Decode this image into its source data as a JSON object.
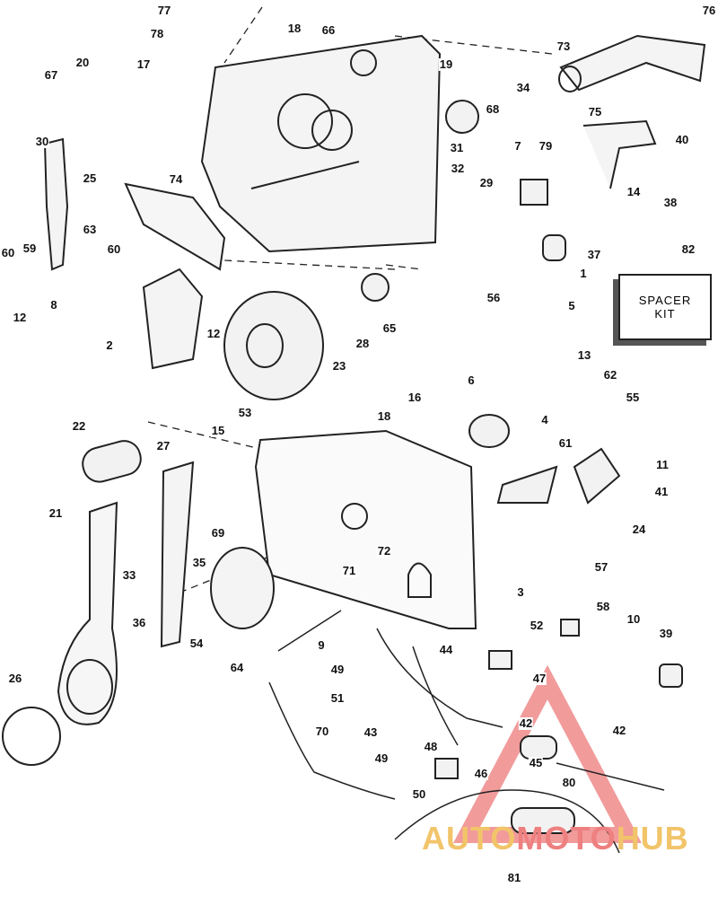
{
  "labels": [
    "77",
    "78",
    "18",
    "66",
    "19",
    "73",
    "76",
    "67",
    "20",
    "17",
    "34",
    "68",
    "75",
    "40",
    "31",
    "7",
    "79",
    "30",
    "74",
    "25",
    "32",
    "29",
    "14",
    "38",
    "63",
    "60",
    "59",
    "60",
    "37",
    "1",
    "56",
    "5",
    "12",
    "8",
    "65",
    "28",
    "2",
    "12",
    "23",
    "13",
    "6",
    "62",
    "55",
    "53",
    "15",
    "16",
    "18",
    "4",
    "22",
    "27",
    "61",
    "11",
    "41",
    "21",
    "24",
    "69",
    "33",
    "35",
    "72",
    "71",
    "57",
    "3",
    "36",
    "58",
    "10",
    "39",
    "52",
    "54",
    "64",
    "9",
    "44",
    "49",
    "47",
    "51",
    "42",
    "42",
    "43",
    "26",
    "70",
    "48",
    "45",
    "49",
    "46",
    "80",
    "50",
    "81",
    "82"
  ],
  "spacer_kit": {
    "line1": "SPACER",
    "line2": "KIT"
  },
  "watermark": {
    "part1": "AUTO",
    "part2": "MOTO",
    "part3": "HUB"
  }
}
